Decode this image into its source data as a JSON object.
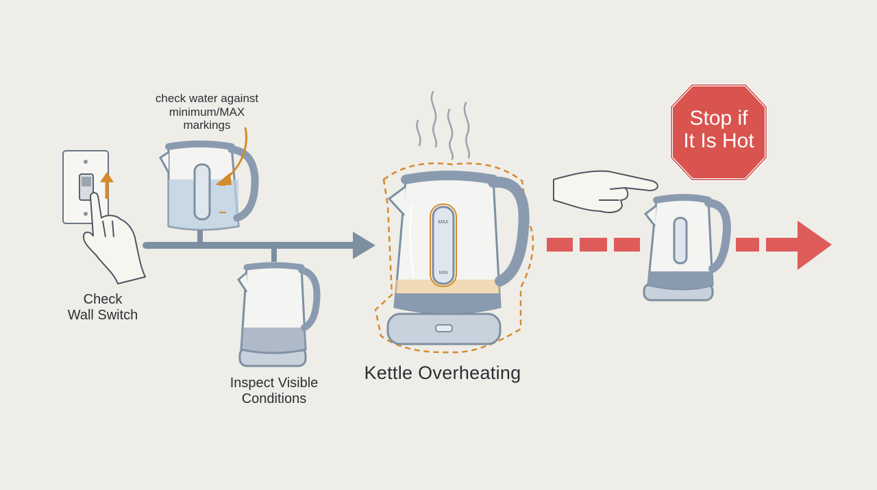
{
  "labels": {
    "water_note_line1": "check water against",
    "water_note_line2": "minimum/MAX",
    "water_note_line3": "markings",
    "wall_switch_line1": "Check",
    "wall_switch_line2": "Wall Switch",
    "inspect_line1": "Inspect Visible",
    "inspect_line2": "Conditions",
    "overheating": "Kettle Overheating",
    "stop_line1": "Stop if",
    "stop_line2": "It Is Hot"
  },
  "kettle_marks": {
    "max": "MAX",
    "min": "MIN"
  },
  "colors": {
    "background": "#eeede8",
    "flow_line": "#7d8fa1",
    "kettle_body": "#8a9bb0",
    "kettle_glass": "#f4f4f2",
    "water": "#b9cfe0",
    "accent_orange": "#d58a2c",
    "stop_red": "#d9534f",
    "dashed_arrow_red": "#dd5c5a",
    "ink": "#2c2e33"
  },
  "icons": {
    "wall_switch": "light-switch-icon",
    "hand_switch": "hand-pressing-icon",
    "hand_pointing": "pointing-hand-icon",
    "steam": "steam-icon",
    "stop_sign": "stop-sign-icon"
  }
}
